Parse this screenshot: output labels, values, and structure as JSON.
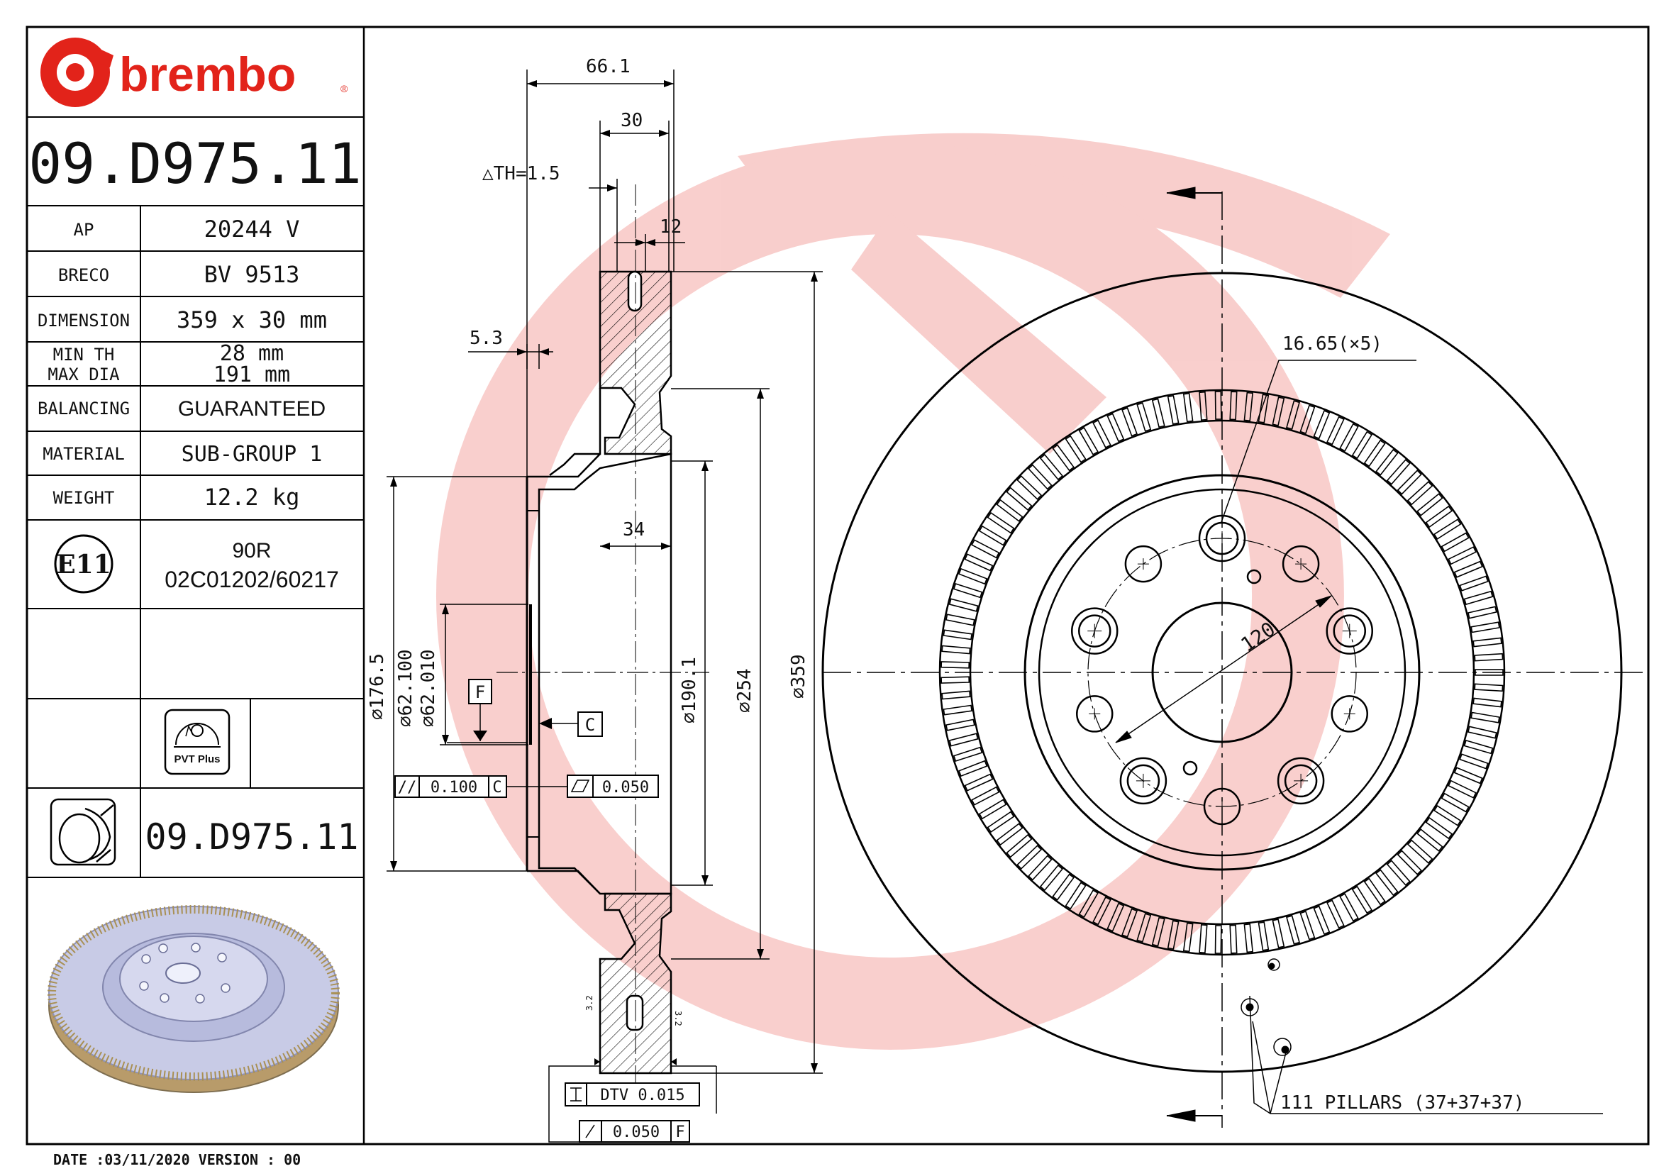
{
  "brand": {
    "name": "brembo",
    "registered": "®",
    "color": "#e2231a"
  },
  "part_number": "09.D975.11",
  "specs": [
    {
      "label": "AP",
      "value": "20244 V"
    },
    {
      "label": "BRECO",
      "value": "BV 9513"
    },
    {
      "label": "DIMENSION",
      "value": "359 x 30 mm"
    },
    {
      "label": "MIN TH",
      "label2": "MAX DIA",
      "value": "28 mm",
      "value2": "191 mm"
    },
    {
      "label": "BALANCING",
      "value": "GUARANTEED"
    },
    {
      "label": "MATERIAL",
      "value": "SUB-GROUP 1"
    },
    {
      "label": "WEIGHT",
      "value": "12.2 kg"
    }
  ],
  "homologation": {
    "mark": "E11",
    "line1": "90R",
    "line2": "02C01202/60217"
  },
  "pvt_badge": {
    "label": "PVT Plus",
    "icon": "pvt-plus-disc-icon"
  },
  "footer_part_icon": "brake-disc-caliper-icon",
  "footer_part_number": "09.D975.11",
  "date_line": "DATE :03/11/2020 VERSION : 00",
  "drawing": {
    "dims": {
      "overall_width": "66.1",
      "thickness": "30",
      "th_tolerance": "△TH=1.5",
      "pillar_width": "12",
      "hat_offset": "5.3",
      "hub_depth": "34",
      "d176": "⌀176.5",
      "d62a": "⌀62.100",
      "d62b": "⌀62.010",
      "d190": "⌀190.1",
      "d254": "⌀254",
      "d359": "⌀359",
      "pcd": "120",
      "holes": "16.65(×5)",
      "pillars": "111 PILLARS (37+37+37)",
      "datum_f": "F",
      "datum_c": "C",
      "par_sym": "//",
      "par_val": "0.100",
      "par_ref": "C",
      "flat_val": "0.050",
      "dtv": "DTV 0.015",
      "runout_val": "0.050",
      "runout_ref": "F",
      "rough": "3.2"
    }
  }
}
